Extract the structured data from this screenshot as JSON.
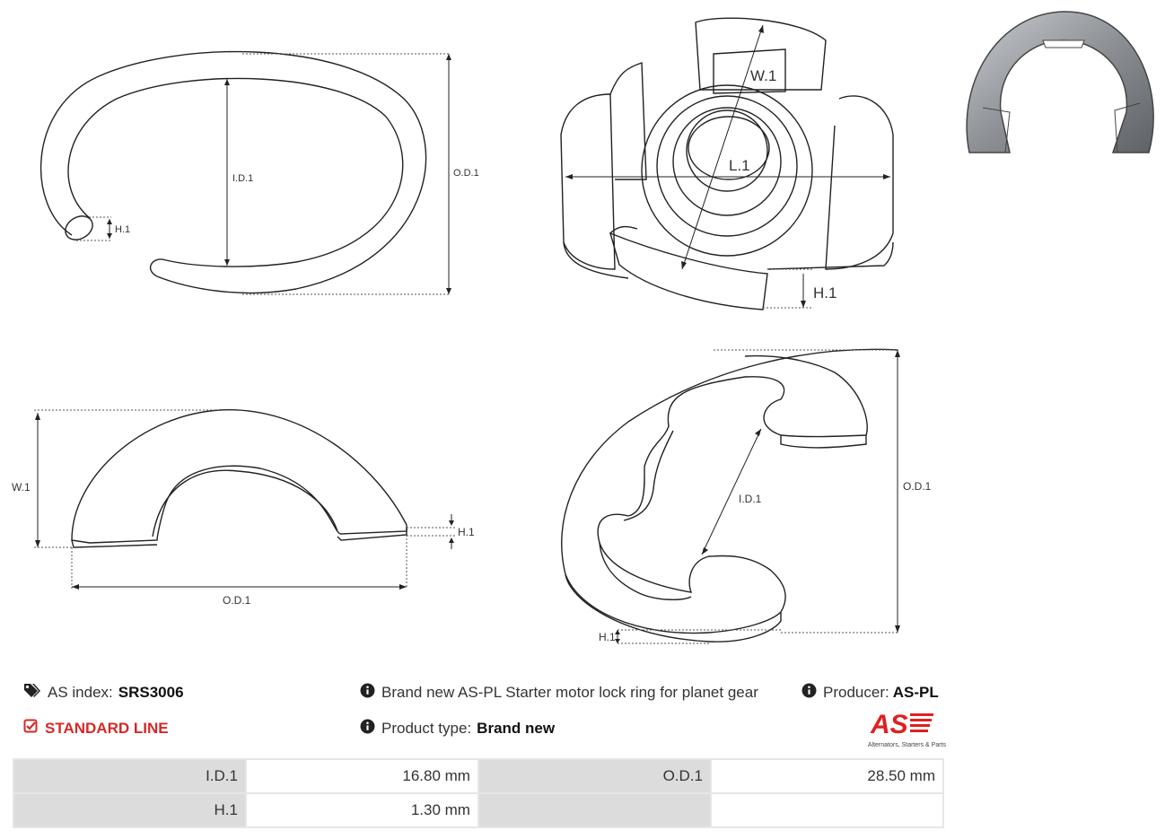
{
  "drawings": {
    "top_left": {
      "id_label": "I.D.1",
      "od_label": "O.D.1",
      "h_label": "H.1"
    },
    "top_middle": {
      "w_label": "W.1",
      "l_label": "L.1",
      "h_label": "H.1"
    },
    "bottom_left": {
      "w_label": "W.1",
      "h_label": "H.1",
      "od_label": "O.D.1"
    },
    "bottom_middle": {
      "id_label": "I.D.1",
      "od_label": "O.D.1",
      "h_label": "H.1"
    }
  },
  "info": {
    "as_index_label": "AS index:",
    "as_index_value": "SRS3006",
    "line_label": "STANDARD LINE",
    "description": "Brand new AS-PL Starter motor lock ring for planet gear",
    "producer_label": "Producer:",
    "producer_value": "AS-PL",
    "product_type_label": "Product type:",
    "product_type_value": "Brand new"
  },
  "logo": {
    "mark": "AS",
    "tagline": "Alternators, Starters & Parts",
    "color": "#e02020"
  },
  "spec_table": {
    "rows": [
      [
        "I.D.1",
        "16.80 mm",
        "O.D.1",
        "28.50 mm"
      ],
      [
        "H.1",
        "1.30 mm",
        "",
        ""
      ]
    ]
  },
  "colors": {
    "accent_red": "#d62828",
    "label_cell": "#dcdcdc",
    "line": "#222222"
  },
  "icons": [
    "tags-icon",
    "check-square-icon",
    "info-circle-icon"
  ]
}
